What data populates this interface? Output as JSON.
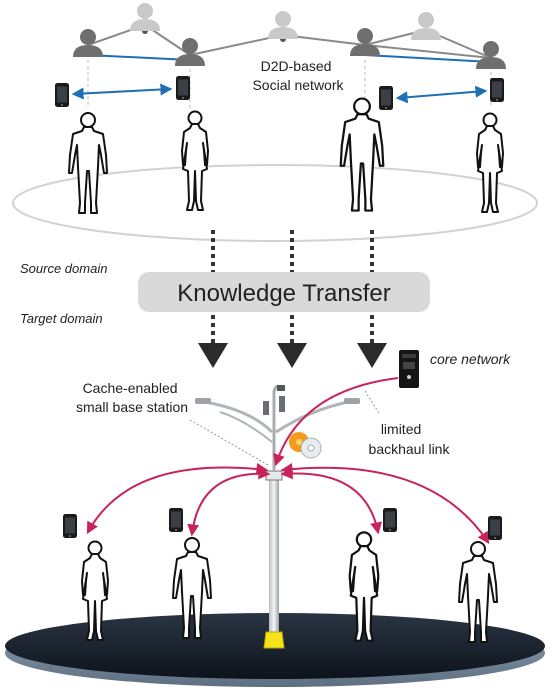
{
  "labels": {
    "social_network_line1": "D2D-based",
    "social_network_line2": "Social network",
    "source_domain": "Source domain",
    "target_domain": "Target domain",
    "knowledge_transfer": "Knowledge Transfer",
    "core_network": "core network",
    "cache_station_line1": "Cache-enabled",
    "cache_station_line2": "small base station",
    "backhaul_line1": "limited",
    "backhaul_line2": "backhaul link"
  },
  "colors": {
    "social_link": "#1f6fb5",
    "content_link": "#c8235a",
    "graph_edge": "#8a8a8a",
    "node_dark": "#6f6f6f",
    "node_light": "#c9c9c9",
    "transfer_box": "#d9d9d9",
    "floor": "#1b2430",
    "pole_base": "#f5e21a"
  },
  "icons": [
    "user-node-icon",
    "smartphone-icon",
    "person-silhouette-icon",
    "server-icon",
    "disc-icon",
    "arrow-down-icon",
    "base-station-icon"
  ]
}
